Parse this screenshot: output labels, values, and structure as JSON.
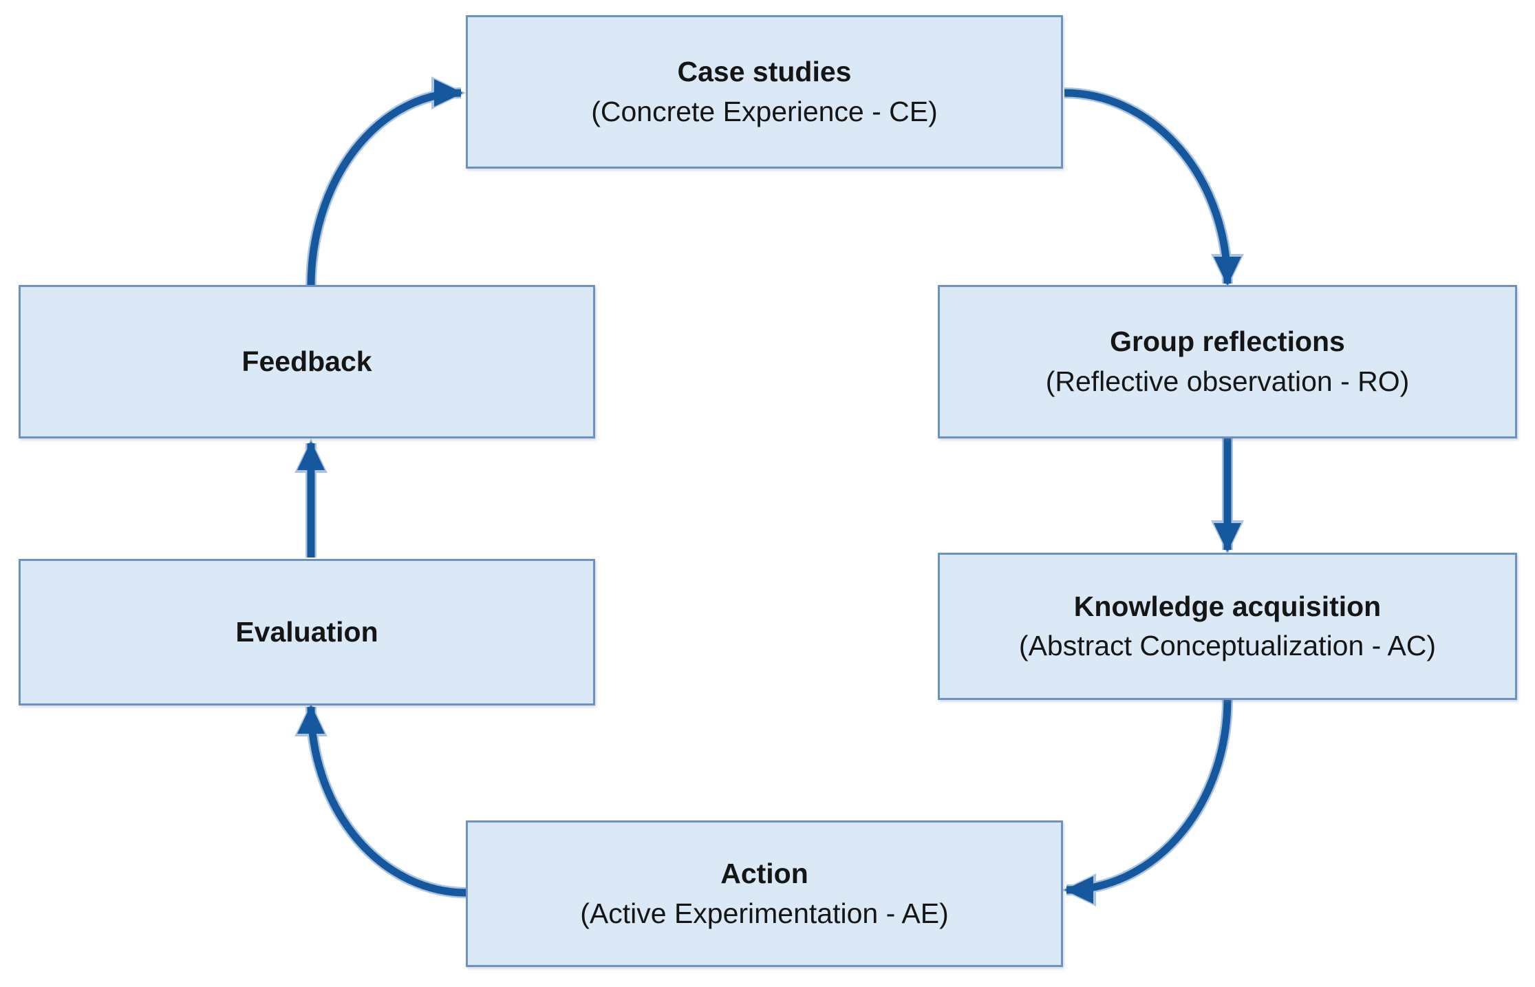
{
  "diagram": {
    "type": "cycle-flowchart",
    "background": "#ffffff",
    "colors": {
      "node_fill": "#dbe9f7",
      "node_border": "#6d92bf",
      "arrow": "#16589d",
      "arrow_halo": "#aac3de",
      "text": "#151515"
    },
    "nodes": [
      {
        "id": "case-studies",
        "title": "Case studies",
        "subtitle": "(Concrete Experience - CE)"
      },
      {
        "id": "group-reflections",
        "title": "Group reflections",
        "subtitle": "(Reflective observation - RO)"
      },
      {
        "id": "knowledge-acquisition",
        "title": "Knowledge acquisition",
        "subtitle": "(Abstract Conceptualization - AC)"
      },
      {
        "id": "action",
        "title": "Action",
        "subtitle": "(Active Experimentation - AE)"
      },
      {
        "id": "evaluation",
        "title": "Evaluation",
        "subtitle": ""
      },
      {
        "id": "feedback",
        "title": "Feedback",
        "subtitle": ""
      }
    ],
    "edges": [
      {
        "from": "Case studies",
        "to": "Group reflections",
        "style": "curved"
      },
      {
        "from": "Group reflections",
        "to": "Knowledge acquisition",
        "style": "straight"
      },
      {
        "from": "Knowledge acquisition",
        "to": "Action",
        "style": "curved"
      },
      {
        "from": "Action",
        "to": "Evaluation",
        "style": "curved"
      },
      {
        "from": "Evaluation",
        "to": "Feedback",
        "style": "straight"
      },
      {
        "from": "Feedback",
        "to": "Case studies",
        "style": "curved"
      }
    ]
  }
}
